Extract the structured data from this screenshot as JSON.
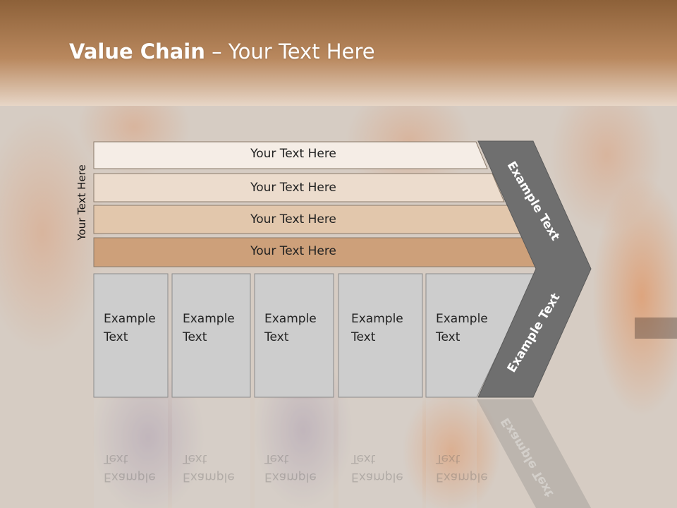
{
  "title": {
    "bold": "Value Chain",
    "rest": " – Your Text Here"
  },
  "side_label": "Your Text Here",
  "rows": [
    {
      "label": "Your Text Here",
      "color": "#f5ede6"
    },
    {
      "label": "Your Text Here",
      "color": "#ecdccd"
    },
    {
      "label": "Your Text Here",
      "color": "#e2c7ac"
    },
    {
      "label": "Your Text Here",
      "color": "#cda07a"
    }
  ],
  "boxes": [
    {
      "line1": "Example",
      "line2": "Text"
    },
    {
      "line1": "Example",
      "line2": "Text"
    },
    {
      "line1": "Example",
      "line2": "Text"
    },
    {
      "line1": "Example",
      "line2": "Text"
    },
    {
      "line1": "Example",
      "line2": "Text"
    }
  ],
  "chevron": {
    "top_label": "Example Text",
    "bottom_label": "Example Text"
  },
  "colors": {
    "header": "#a9744a",
    "chevron": "#6f6f6f",
    "box_fill": "#cdcdcd",
    "row_outline": "#8a7a6a"
  }
}
